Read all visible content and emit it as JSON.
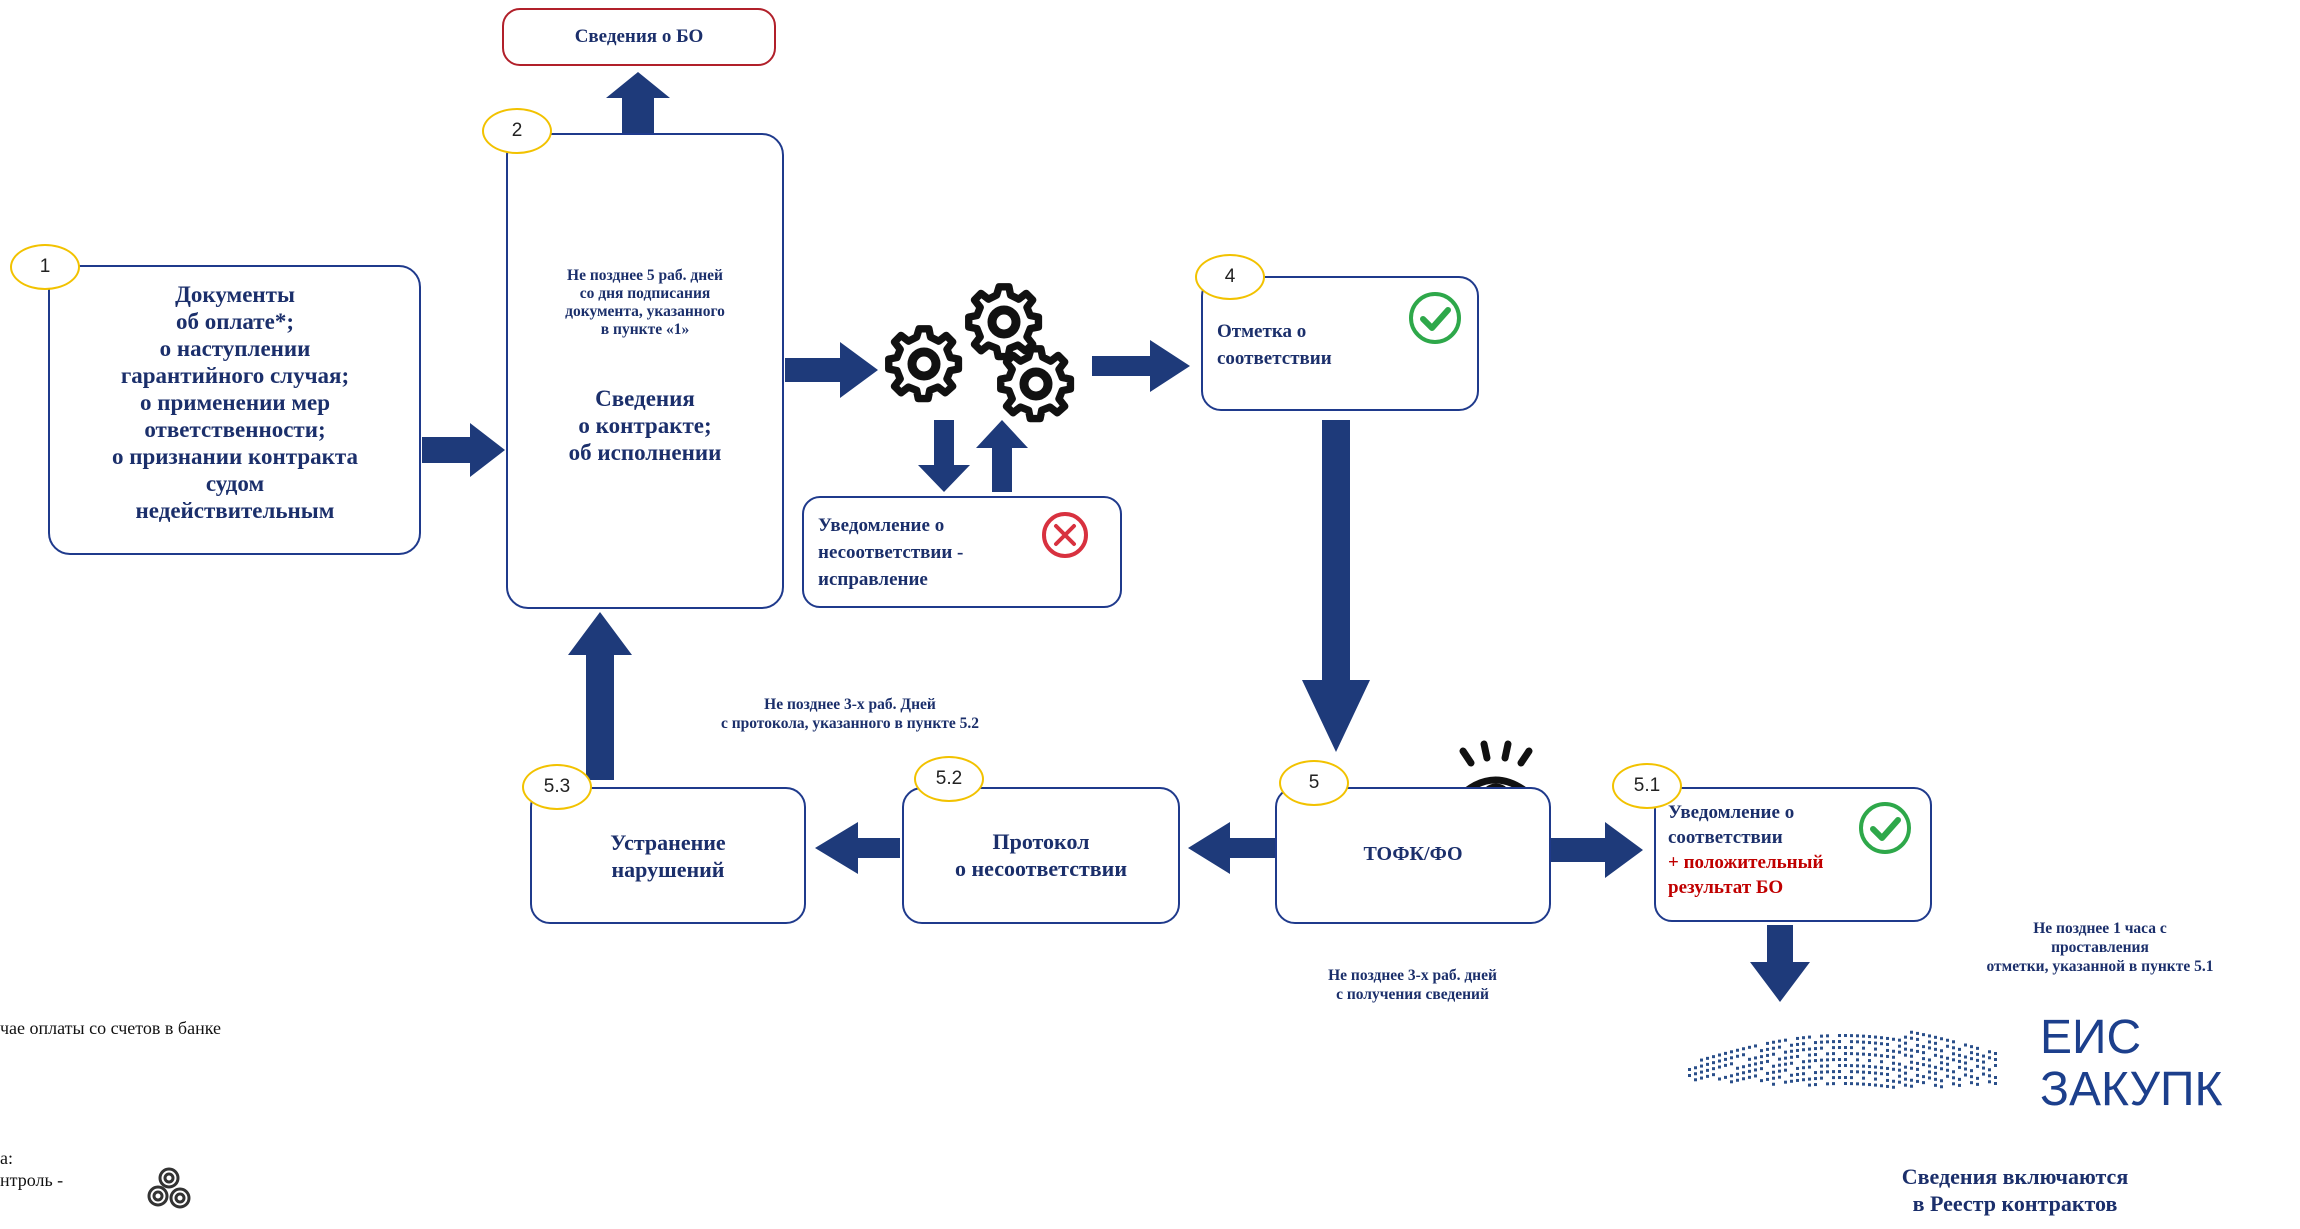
{
  "bo_box": {
    "label": "Сведения о БО"
  },
  "step1": {
    "badge": "1",
    "lines": [
      "Документы",
      "об оплате*;",
      "о наступлении",
      "гарантийного случая;",
      "о применении мер",
      "ответственности;",
      "о признании контракта",
      "судом",
      "недействительным"
    ]
  },
  "step2": {
    "badge": "2",
    "deadline": [
      "Не позднее 5 раб. дней",
      "со дня подписания",
      "документа, указанного",
      "в пункте «1»"
    ],
    "lines": [
      "Сведения",
      "о контракте;",
      "об исполнении"
    ]
  },
  "mismatch": {
    "lines": [
      "Уведомление о",
      "несоответствии -",
      "исправление"
    ]
  },
  "step4": {
    "badge": "4",
    "lines": [
      "Отметка о",
      "соответствии"
    ]
  },
  "step5": {
    "badge": "5",
    "label": "ТОФК/ФО",
    "deadline": [
      "Не позднее 3-х раб. дней",
      "с получения сведений"
    ]
  },
  "step51": {
    "badge": "5.1",
    "lines": [
      "Уведомление о",
      "соответствии"
    ],
    "red_lines": [
      "+ положительный",
      "результат БО"
    ]
  },
  "step52": {
    "badge": "5.2",
    "lines": [
      "Протокол",
      "о несоответствии"
    ]
  },
  "step53": {
    "badge": "5.3",
    "lines": [
      "Устранение",
      "нарушений"
    ],
    "deadline": [
      "Не позднее 3-х раб. Дней",
      "с протокола, указанного в пункте 5.2"
    ]
  },
  "eis": {
    "deadline": [
      "Не позднее 1 часа с",
      "проставления",
      "отметки, указанной в пункте 5.1"
    ],
    "logo_line1": "ЕИС",
    "logo_line2": "ЗАКУПК",
    "caption": [
      "Сведения включаются",
      "в Реестр контрактов"
    ]
  },
  "footnote": {
    "line1": "чае оплаты со счетов в банке",
    "line2": "а:",
    "line3": "нтроль -"
  },
  "colors": {
    "navy": "#1b2f6b",
    "border": "#1f3a8c",
    "badge": "#f2c200",
    "red": "#c00000",
    "green": "#2ea84a"
  }
}
